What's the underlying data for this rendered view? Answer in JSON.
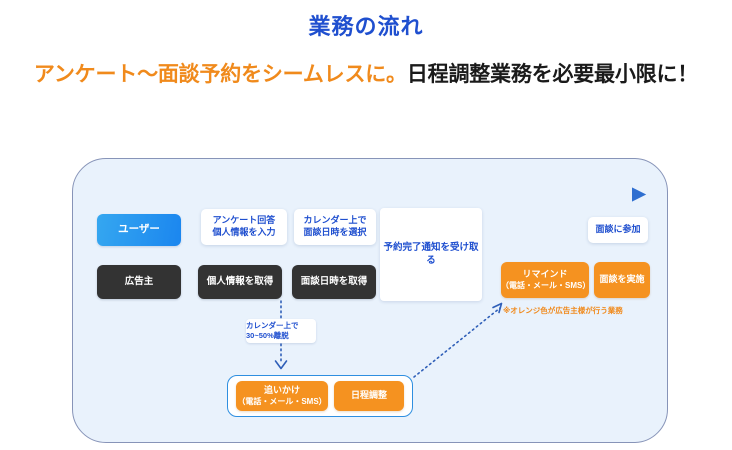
{
  "header": {
    "title": "業務の流れ",
    "subtitle_orange": "アンケート〜面談予約をシームレスに。",
    "subtitle_black": "日程調整業務を必要最小限に！"
  },
  "diagram": {
    "lane_user": "ユーザー",
    "lane_advertiser": "広告主",
    "user_steps": [
      {
        "line1": "アンケート回答",
        "line2": "個人情報を入力"
      },
      {
        "line1": "カレンダー上で",
        "line2": "面談日時を選択"
      }
    ],
    "notify_card": "予約完了通知を受け取る",
    "join_meeting": "面談に参加",
    "advertiser_steps": [
      {
        "label": "個人情報を取得"
      },
      {
        "label": "面談日時を取得"
      }
    ],
    "remind": {
      "line1": "リマインド",
      "line2": "（電話・メール・SMS）"
    },
    "conduct_meeting": "面談を実施",
    "churn_label": {
      "line1": "カレンダー上で",
      "line2": "30~50%離脱"
    },
    "bottom_boxes": [
      {
        "line1": "追いかけ",
        "line2": "（電話・メール・SMS）"
      },
      {
        "line1": "日程調整",
        "line2": ""
      }
    ],
    "note": "※オレンジ色が広告主様が行う業務"
  },
  "colors": {
    "title_blue": "#1f4fcf",
    "accent_orange": "#f59220",
    "dark_box": "#333333",
    "panel_bg": "#e9f2fc",
    "arrow_blue": "#2f6fd0"
  }
}
